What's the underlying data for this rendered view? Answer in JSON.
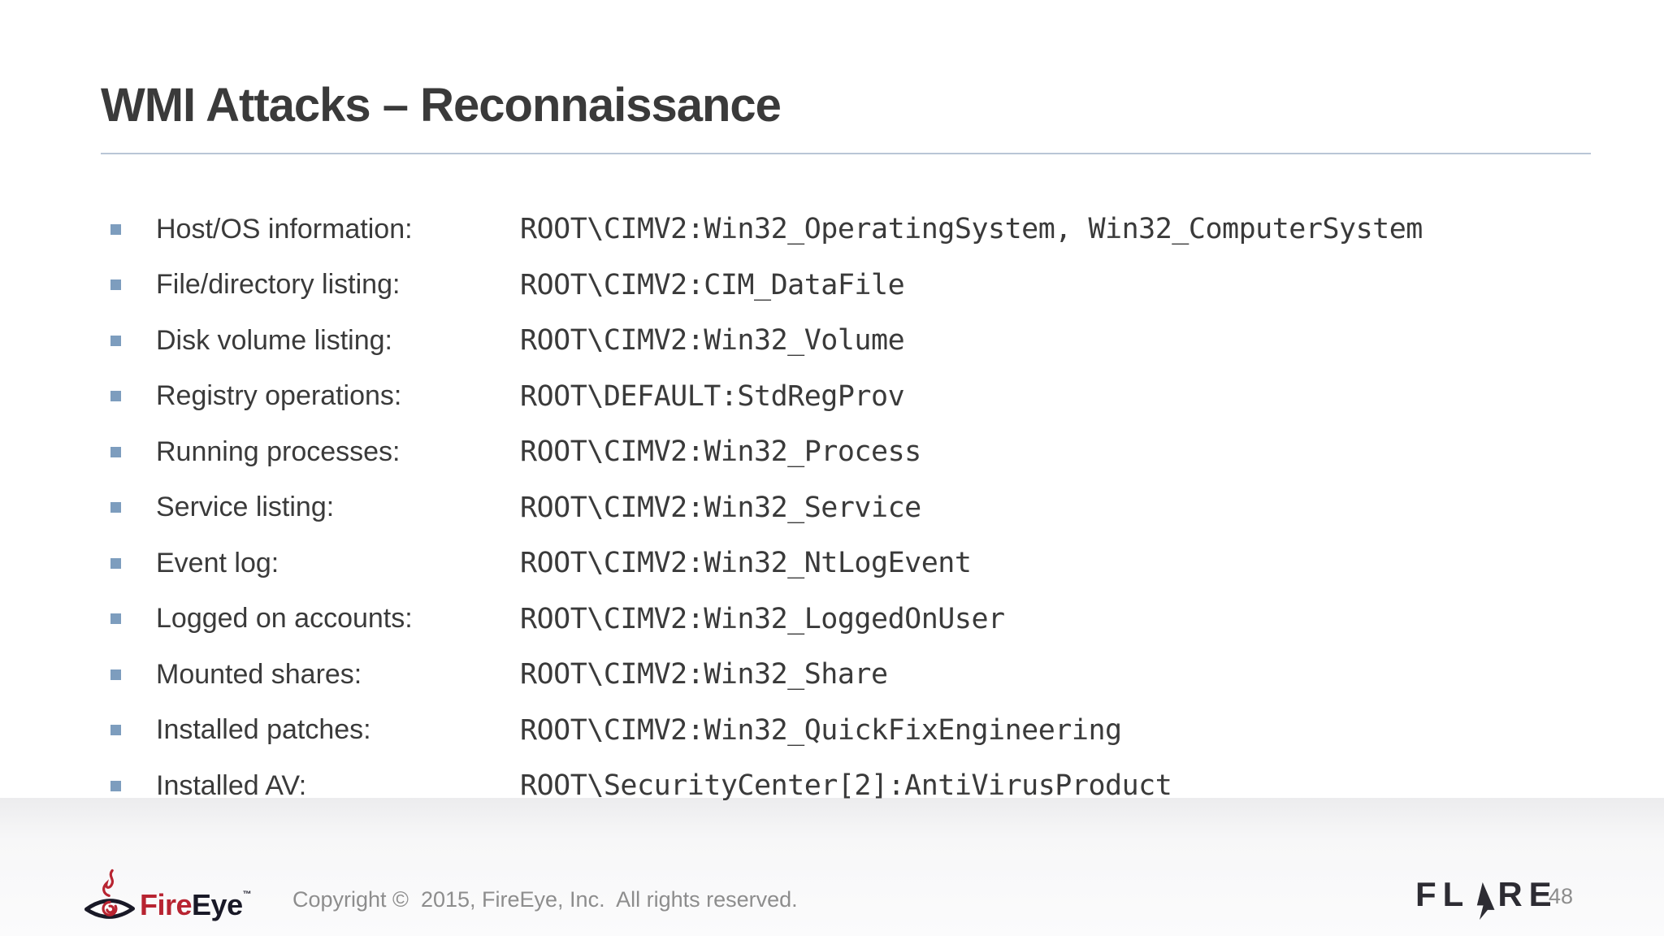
{
  "slide": {
    "title": "WMI Attacks – Reconnaissance",
    "items": [
      {
        "label": "Host/OS information:",
        "value": "ROOT\\CIMV2:Win32_OperatingSystem, Win32_ComputerSystem"
      },
      {
        "label": "File/directory listing:",
        "value": "ROOT\\CIMV2:CIM_DataFile"
      },
      {
        "label": "Disk volume listing:",
        "value": "ROOT\\CIMV2:Win32_Volume"
      },
      {
        "label": "Registry operations:",
        "value": "ROOT\\DEFAULT:StdRegProv"
      },
      {
        "label": "Running processes:",
        "value": "ROOT\\CIMV2:Win32_Process"
      },
      {
        "label": "Service listing:",
        "value": "ROOT\\CIMV2:Win32_Service"
      },
      {
        "label": "Event log:",
        "value": "ROOT\\CIMV2:Win32_NtLogEvent"
      },
      {
        "label": "Logged on accounts:",
        "value": "ROOT\\CIMV2:Win32_LoggedOnUser"
      },
      {
        "label": "Mounted shares:",
        "value": "ROOT\\CIMV2:Win32_Share"
      },
      {
        "label": "Installed patches:",
        "value": "ROOT\\CIMV2:Win32_QuickFixEngineering"
      },
      {
        "label": "Installed AV:",
        "value": "ROOT\\SecurityCenter[2]:AntiVirusProduct"
      }
    ]
  },
  "footer": {
    "fireeye_wordmark_fire": "Fire",
    "fireeye_wordmark_eye": "Eye",
    "fireeye_trademark": "™",
    "copyright": "Copyright ©  2015, FireEye, Inc.  All rights reserved.",
    "flare_fl": "FL",
    "flare_re": "RE",
    "page_number": "48"
  },
  "colors": {
    "dark": "#3a3a3a",
    "gray": "#8d8d8d",
    "bullet": "#7d9dbe",
    "rule": "#b9c6d6",
    "red": "#b82431",
    "eyeblack": "#191927",
    "flare": "#2d2c33"
  }
}
